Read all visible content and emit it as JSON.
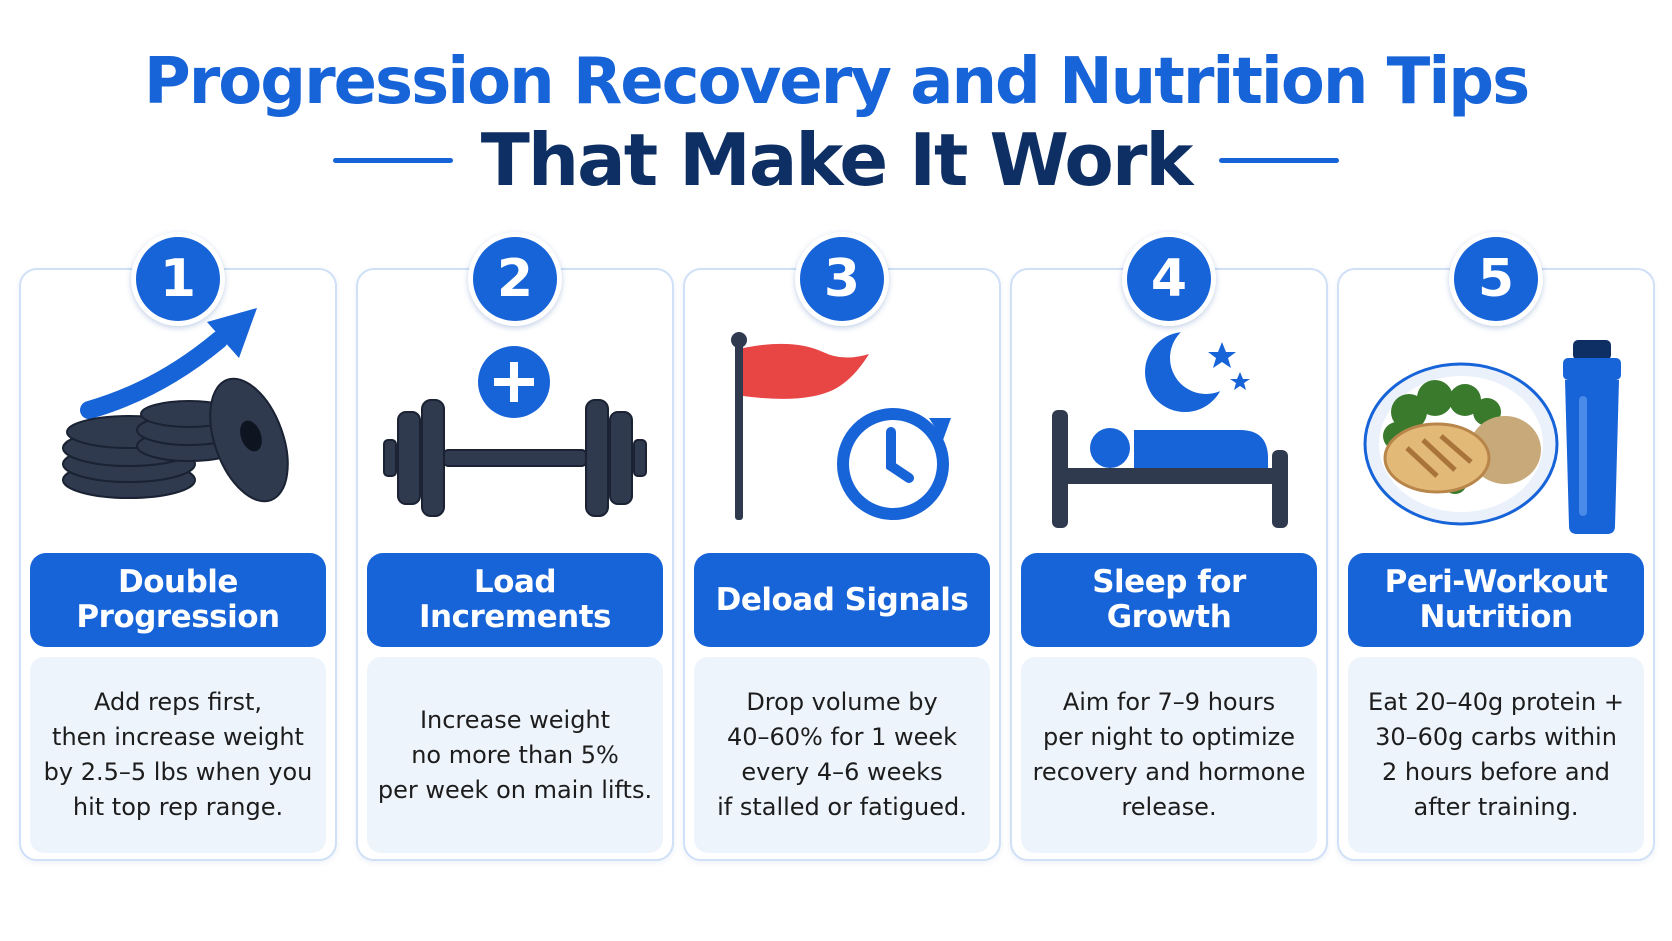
{
  "title": {
    "line1": "Progression Recovery and Nutrition Tips",
    "line2": "That Make It Work"
  },
  "colors": {
    "accent": "#1763d8",
    "dark_navy": "#0e2f63",
    "card_border": "#cfe0f7",
    "desc_bg": "#eef4fc",
    "flag_red": "#e84545",
    "iron": "#2f3a4f"
  },
  "cards": [
    {
      "number": "1",
      "icon": "weight-plates-arrow-icon",
      "heading": "Double Progression",
      "description": "Add reps first,\nthen increase weight\nby 2.5–5 lbs when you\nhit top rep range."
    },
    {
      "number": "2",
      "icon": "dumbbell-plus-icon",
      "heading": "Load Increments",
      "description": "Increase weight\nno more than 5%\nper week on main lifts."
    },
    {
      "number": "3",
      "icon": "red-flag-clock-icon",
      "heading": "Deload Signals",
      "description": "Drop volume by\n40–60% for 1 week\nevery 4–6 weeks\nif stalled or fatigued."
    },
    {
      "number": "4",
      "icon": "bed-moon-icon",
      "heading": "Sleep for Growth",
      "description": "Aim for 7–9 hours\nper night to optimize\nrecovery and hormone\nrelease."
    },
    {
      "number": "5",
      "icon": "meal-shaker-icon",
      "heading": "Peri-Workout Nutrition",
      "description": "Eat 20–40g protein +\n30–60g carbs within\n2 hours before and\nafter training."
    }
  ]
}
